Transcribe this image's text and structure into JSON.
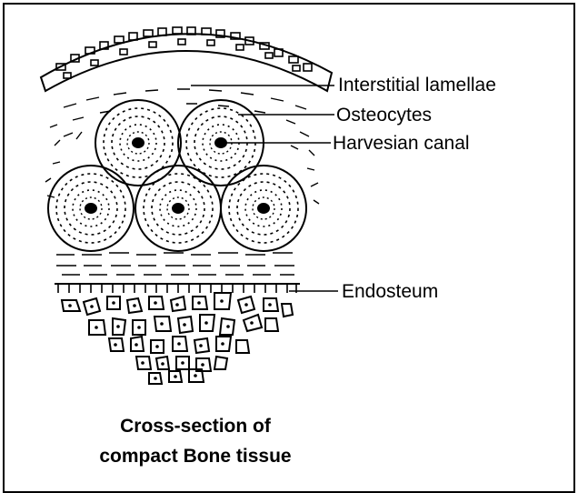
{
  "labels": {
    "interstitial": "Interstitial lamellae",
    "osteocytes": "Osteocytes",
    "canal": "Harvesian canal",
    "endosteum": "Endosteum"
  },
  "caption": {
    "line1": "Cross-section of",
    "line2": "compact Bone tissue"
  }
}
